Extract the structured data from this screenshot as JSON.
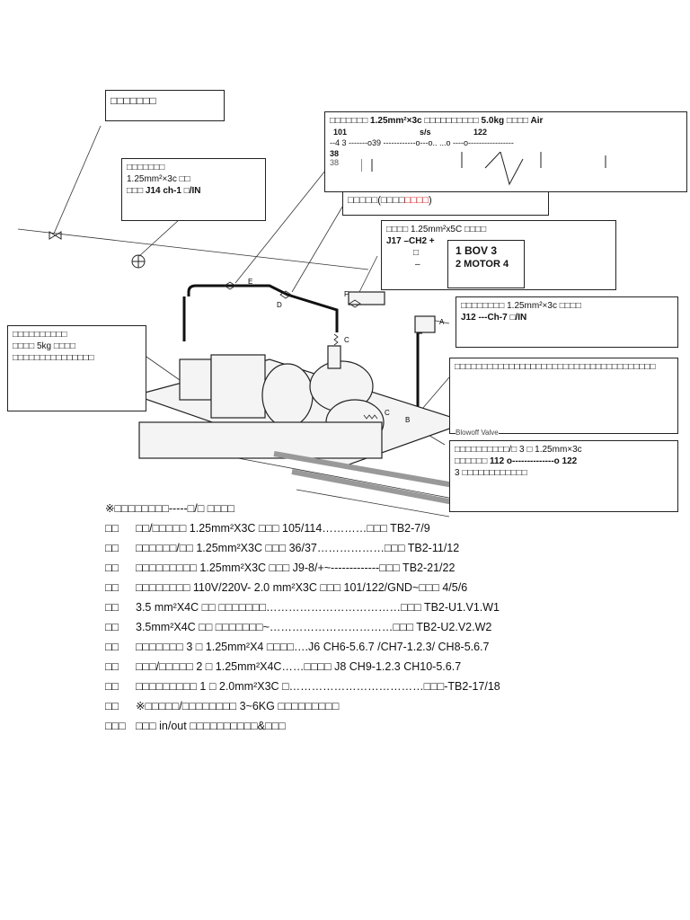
{
  "boxes": {
    "top_left_title": "□□□□□□□",
    "air_inlet": {
      "line1": "□□□□□□□ 1.25mm²×3c □□□□□□□□□□ 5.0kg □□□□ Air",
      "num1": "101",
      "num2": "s/s",
      "num3": "122",
      "wire_row": "--4  3 -------o39 ------------o---o..   ...o ----o-----------------",
      "num4": "38",
      "num5": "38"
    },
    "mid_left_sensor": {
      "line1": "□□□□□□□",
      "line2": "1.25mm²×3c □□",
      "line3": "□□□ J14  ch-1 □/IN"
    },
    "valve_note": {
      "prefix": "□□□□□(□□□□",
      "red": "□□□□",
      "suffix": ")"
    },
    "bov_motor": {
      "line1": "□□□□ 1.25mm²x5C □□□□",
      "line2": "J17 –CH2  +",
      "line3": "□",
      "line4": "–",
      "inner1": "1 BOV  3",
      "inner2": "2 MOTOR  4"
    },
    "right_sensor": {
      "line1": "□□□□□□□□ 1.25mm²×3c □□□□",
      "line2": "J12 ---Ch-7 □/IN"
    },
    "left_note": {
      "line1": "□□□□□□□□□□",
      "line2": "□□□□ 5kg □□□□",
      "line3": "□□□□□□□□□□□□□□□"
    },
    "right_long_note": "□□□□□□□□□□□□□□□□□□□□□□□□□□□□□□□□□□□□□",
    "blowoff_label": "Blowoff Valve",
    "right_bottom": {
      "line1": "□□□□□□□□□□/□ 3 □ 1.25mm×3c",
      "line2": "□□□□□□ 112 o--------------o 122",
      "line3": "3 □□□□□□□□□□□□"
    }
  },
  "diagram_labels": {
    "E": "E",
    "D": "D",
    "F": "F",
    "C_upper": "C",
    "C_lower": "C",
    "A": "A",
    "B": "B"
  },
  "list": {
    "header": "※□□□□□□□□-----□/□ □□□□",
    "rows": [
      {
        "n": "□□",
        "text": "□□/□□□□□   1.25mm²X3C □□□ 105/114…………□□□ TB2-7/9"
      },
      {
        "n": "□□",
        "text": "□□□□□□/□□ 1.25mm²X3C □□□ 36/37………………□□□ TB2-11/12"
      },
      {
        "n": "□□",
        "text": "□□□□□□□□□   1.25mm²X3C □□□ J9-8/+~-------------□□□ TB2-21/22"
      },
      {
        "n": "□□",
        "text": "□□□□□□□□ 110V/220V- 2.0 mm²X3C □□□ 101/122/GND~□□□ 4/5/6"
      },
      {
        "n": "□□",
        "text": "3.5 mm²X4C □□ □□□□□□□………………………………□□□ TB2-U1.V1.W1"
      },
      {
        "n": "□□",
        "text": "3.5mm²X4C  □□ □□□□□□□~……………………………□□□ TB2-U2.V2.W2"
      },
      {
        "n": "□□",
        "text": "□□□□□□□ 3 □ 1.25mm²X4 □□□□….J6 CH6-5.6.7 /CH7-1.2.3/ CH8-5.6.7"
      },
      {
        "n": "□□",
        "text": "□□□/□□□□□ 2 □ 1.25mm²X4C……□□□□ J8 CH9-1.2.3  CH10-5.6.7"
      },
      {
        "n": "□□",
        "text": "□□□□□□□□□ 1 □ 2.0mm²X3C □………………………………□□□-TB2-17/18"
      },
      {
        "n": "□□",
        "text": "※□□□□□/□□□□□□□□ 3~6KG □□□□□□□□□"
      },
      {
        "n": "□□□",
        "text": "□□□ in/out □□□□□□□□□□&□□□"
      }
    ]
  }
}
